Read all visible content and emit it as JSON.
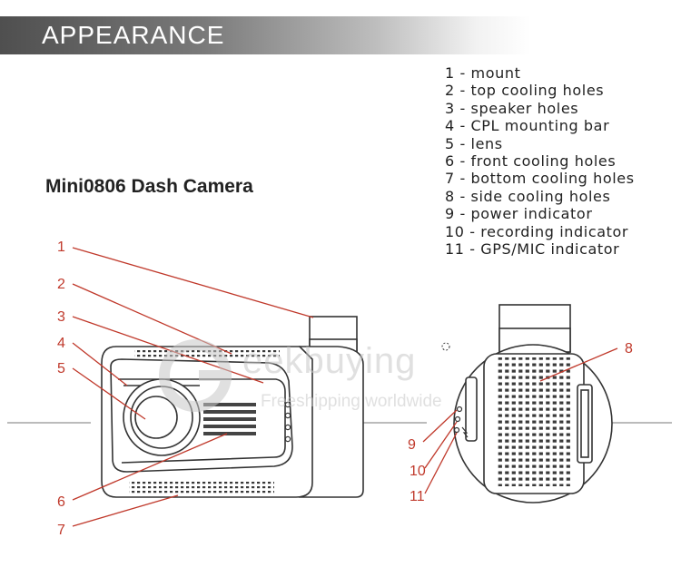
{
  "header": {
    "title": "APPEARANCE"
  },
  "product": {
    "title": "Mini0806 Dash Camera"
  },
  "legend": [
    "1 - mount",
    "2 - top cooling holes",
    "3 - speaker holes",
    "4 - CPL mounting bar",
    "5 - lens",
    "6 - front cooling holes",
    "7 - bottom cooling holes",
    "8 - side cooling holes",
    "9 - power indicator",
    "10 - recording indicator",
    "11 - GPS/MIC indicator"
  ],
  "callouts": [
    "1",
    "2",
    "3",
    "4",
    "5",
    "6",
    "7",
    "8",
    "9",
    "10",
    "11"
  ],
  "watermark": {
    "brand": "eekbuying",
    "slogan": "Freeshipping worldwide"
  },
  "colors": {
    "callout_line": "#c0392b",
    "outline": "#333333",
    "header_dark": "#4f4f4f"
  }
}
